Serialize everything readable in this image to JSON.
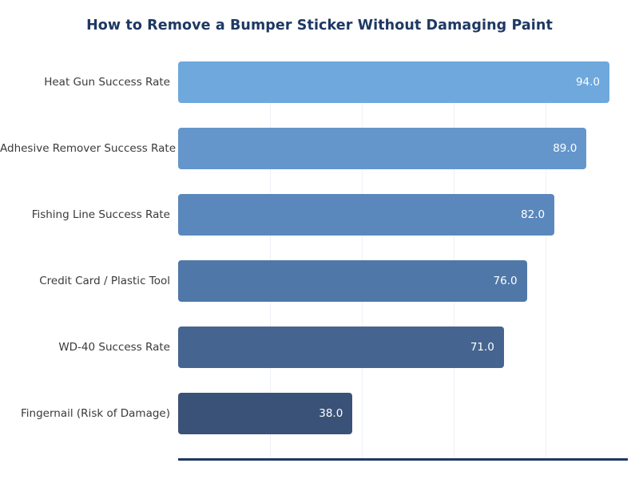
{
  "chart_data": {
    "type": "bar",
    "orientation": "horizontal",
    "title": "How to Remove a Bumper Sticker Without Damaging Paint",
    "xlabel": "",
    "ylabel": "",
    "categories": [
      "Heat Gun Success Rate",
      "Adhesive Remover Success Rate",
      "Fishing Line Success Rate",
      "Credit Card / Plastic Tool",
      "WD-40 Success Rate",
      "Fingernail (Risk of Damage)"
    ],
    "values": [
      94.0,
      89.0,
      82.0,
      76.0,
      71.0,
      38.0
    ],
    "value_labels": [
      "94.0",
      "89.0",
      "82.0",
      "76.0",
      "71.0",
      "38.0"
    ],
    "xlim": [
      0,
      98
    ],
    "grid": true,
    "grid_axis": "x",
    "gridline_values": [
      20,
      40,
      60,
      80
    ],
    "legend": null,
    "bar_colors": [
      "#6EA8DC",
      "#6496CC",
      "#5B88BC",
      "#4F78A8",
      "#456590",
      "#3B5278"
    ]
  },
  "style": {
    "background": "#FFFFFF",
    "title_color": "#1F3864",
    "axis_line_color": "#1F3864",
    "gridline_color": "#EDF1F7",
    "tick_label_color": "#3A3A3A",
    "value_label_color": "#FFFFFF"
  }
}
